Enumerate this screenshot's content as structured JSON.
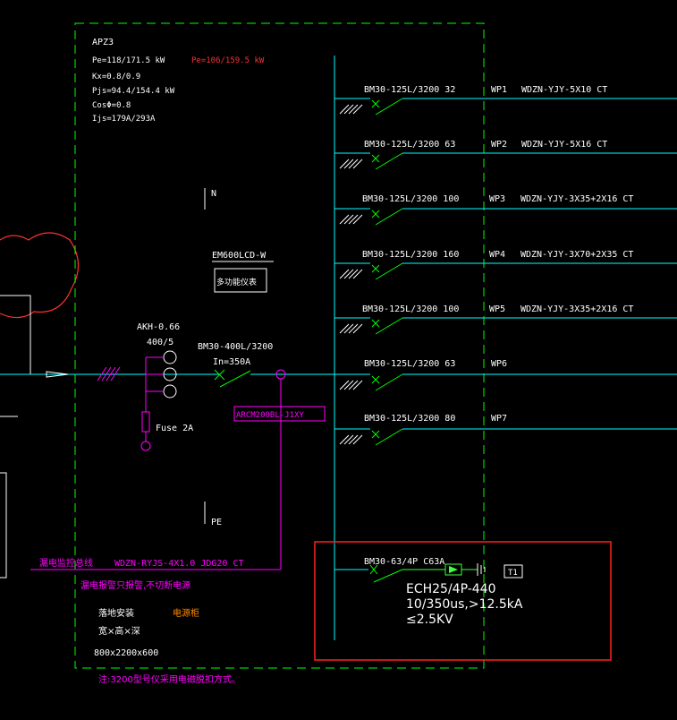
{
  "colors": {
    "background": "#000000",
    "text": "#ffffff",
    "feeder": "#00ffff",
    "breaker": "#00ff00",
    "frame": "#00ff00",
    "magenta": "#ff00ff",
    "red": "#ff3030",
    "highlight": "#ff2020",
    "orange": "#ff8800",
    "spd": "#40ff40"
  },
  "panel": {
    "name": "APZ3",
    "pe": "Pe=118/171.5 kW",
    "pe_red": "Pe=106/159.5 kW",
    "kx": "Kx=0.8/0.9",
    "pjs": "Pjs=94.4/154.4 kW",
    "cos": "CosΦ=0.8",
    "ijs": "Ijs=179A/293A"
  },
  "n_label": "N",
  "pe_label": "PE",
  "meter": {
    "model": "EM600LCD-W",
    "caption": "多功能仪表"
  },
  "ct": {
    "model": "AKH-0.66",
    "ratio": "400/5"
  },
  "fuse": "Fuse 2A",
  "main_breaker": {
    "model": "BM30-400L/3200",
    "rating": "In=350A"
  },
  "monitor_module": "ARCM200BL-J1XY",
  "feeders": [
    {
      "breaker": "BM30-125L/3200 32",
      "circuit": "WP1",
      "cable": "WDZN-YJY-5X10  CT"
    },
    {
      "breaker": "BM30-125L/3200 63",
      "circuit": "WP2",
      "cable": "WDZN-YJY-5X16  CT"
    },
    {
      "breaker": "BM30-125L/3200 100",
      "circuit": "WP3",
      "cable": "WDZN-YJY-3X35+2X16  CT"
    },
    {
      "breaker": "BM30-125L/3200 160",
      "circuit": "WP4",
      "cable": "WDZN-YJY-3X70+2X35  CT"
    },
    {
      "breaker": "BM30-125L/3200 100",
      "circuit": "WP5",
      "cable": "WDZN-YJY-3X35+2X16  CT"
    },
    {
      "breaker": "BM30-125L/3200 63",
      "circuit": "WP6",
      "cable": ""
    },
    {
      "breaker": "BM30-125L/3200 80",
      "circuit": "WP7",
      "cable": ""
    }
  ],
  "spd": {
    "breaker": "BM30-63/4P C63A",
    "tag": "T1",
    "model": "ECH25/4P-440",
    "spec": "10/350us,>12.5kA",
    "voltage": "≤2.5KV"
  },
  "leakage": {
    "bus_label": "漏电监控总线",
    "cable": "WDZN-RYJS-4X1.0 JDG20 CT",
    "note": "漏电报警只报警,不切断电源"
  },
  "install": {
    "method": "落地安装",
    "type": "电源柜",
    "dims_label": "宽×高×深",
    "dims": "800x2200x600"
  },
  "footnote": "注:3200型号仪采用电磁脱扣方式。"
}
